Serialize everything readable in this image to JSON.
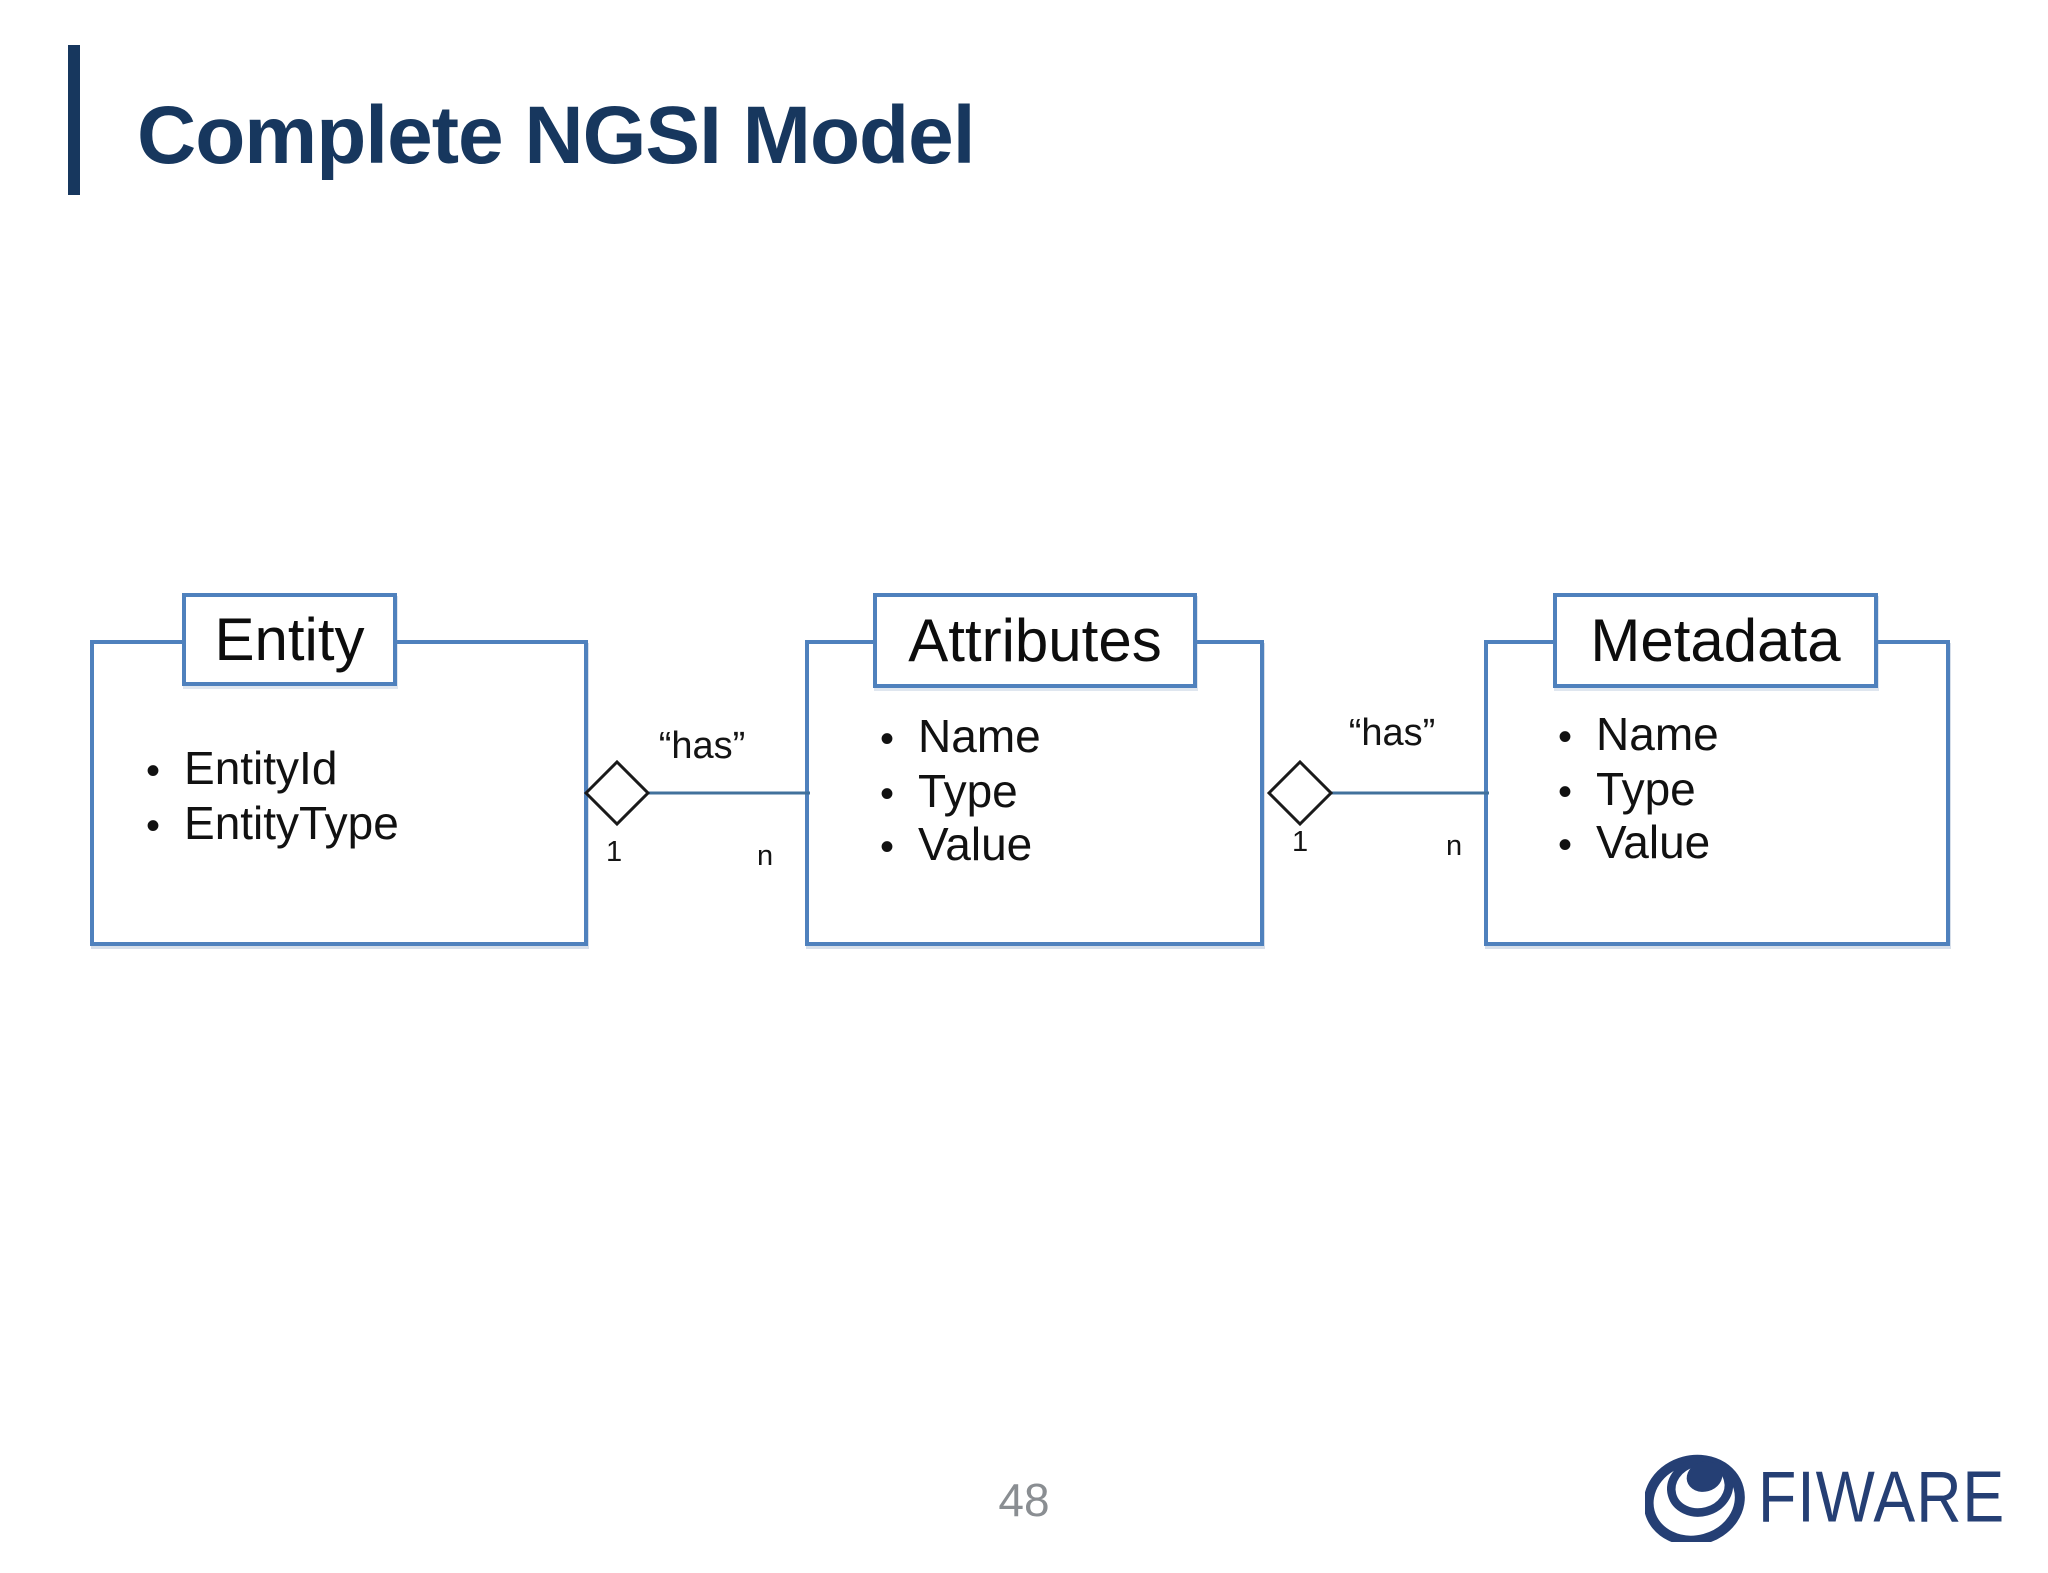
{
  "slide": {
    "title": "Complete NGSI Model",
    "page_number": "48"
  },
  "footer": {
    "logo_text": "FIWARE"
  },
  "diagram": {
    "bullet_glyph": "•",
    "boxes": [
      {
        "title": "Entity",
        "items": [
          "EntityId",
          "EntityType"
        ]
      },
      {
        "title": "Attributes",
        "items": [
          "Name",
          "Type",
          "Value"
        ]
      },
      {
        "title": "Metadata",
        "items": [
          "Name",
          "Type",
          "Value"
        ]
      }
    ],
    "connectors": [
      {
        "label": "“has”",
        "source_multiplicity": "1",
        "target_multiplicity": "n"
      },
      {
        "label": "“has”",
        "source_multiplicity": "1",
        "target_multiplicity": "n"
      }
    ]
  },
  "colors": {
    "box_border_blue": "#4f81bd",
    "connector_line": "#41719c",
    "diamond_outline": "#1a1a1a",
    "title_navy": "#17375e",
    "page_number_gray": "#8a8e92",
    "logo_navy": "#253f74",
    "text_black": "#111111"
  }
}
